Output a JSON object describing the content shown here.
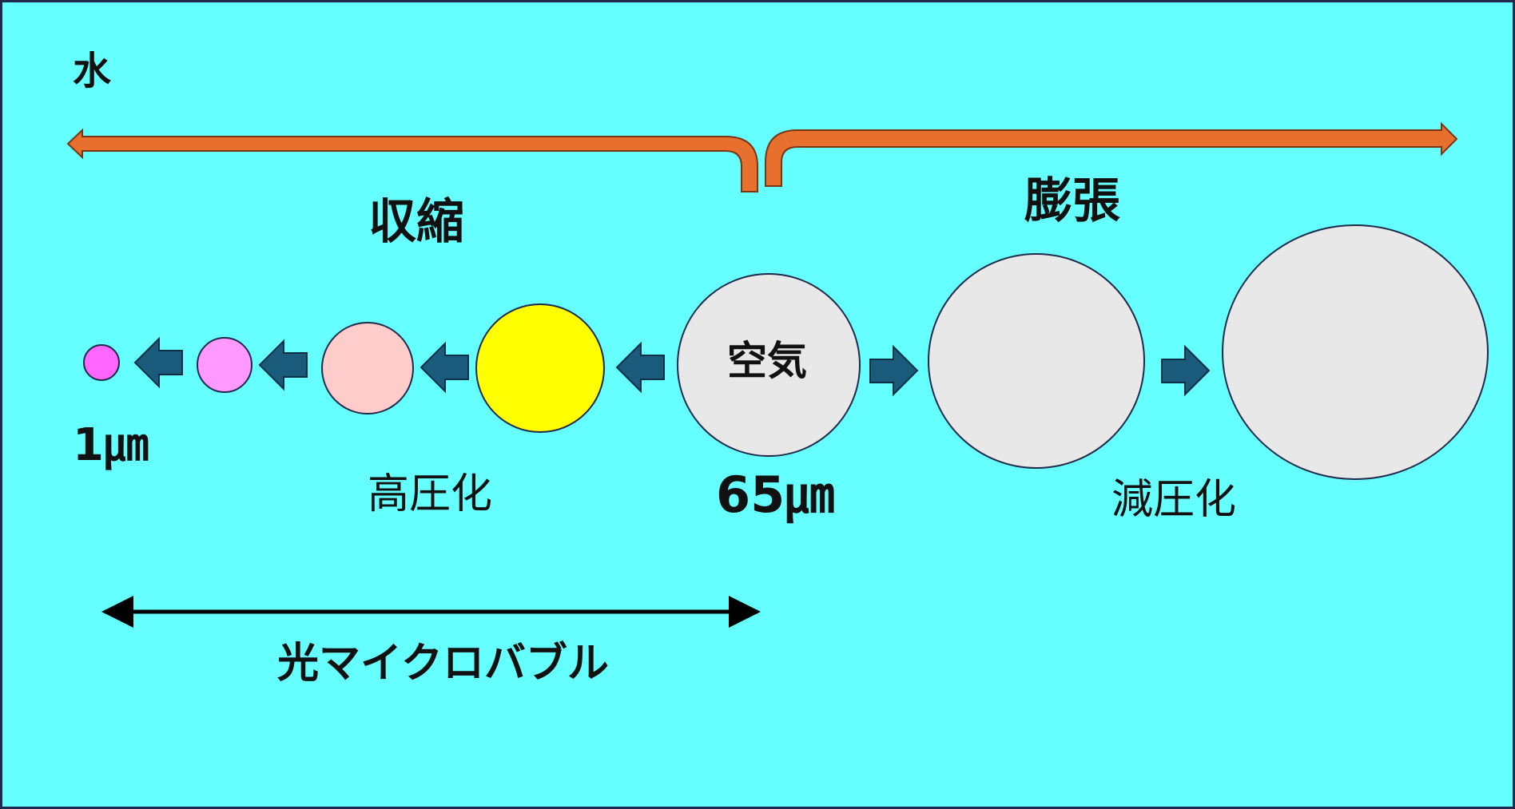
{
  "colors": {
    "background": "#66ffff",
    "bracket": "#e8702e",
    "bracket_stroke": "#7a3515",
    "arrow": "#1a5a7a",
    "arrow_stroke": "#0d2e45",
    "circle_stroke": "#1f2a4a",
    "air_bubble": "#e8e8e8",
    "yellow_bubble": "#ffff00",
    "light_pink_bubble": "#ffcccc",
    "pink_bubble": "#ff99ff",
    "magenta_bubble": "#ff66ff",
    "scale_arrow": "#000000"
  },
  "labels": {
    "water": "水",
    "contraction": "収縮",
    "expansion": "膨張",
    "air": "空気",
    "size_small": "1㎛",
    "size_air": "65㎛",
    "pressurize": "高圧化",
    "depressurize": "減圧化",
    "micro_bubble": "光マイクロバブル"
  },
  "icons": {
    "left_arrow": "arrow-left-icon",
    "right_arrow": "arrow-right-icon",
    "double_arrow": "double-headed-arrow-icon"
  }
}
